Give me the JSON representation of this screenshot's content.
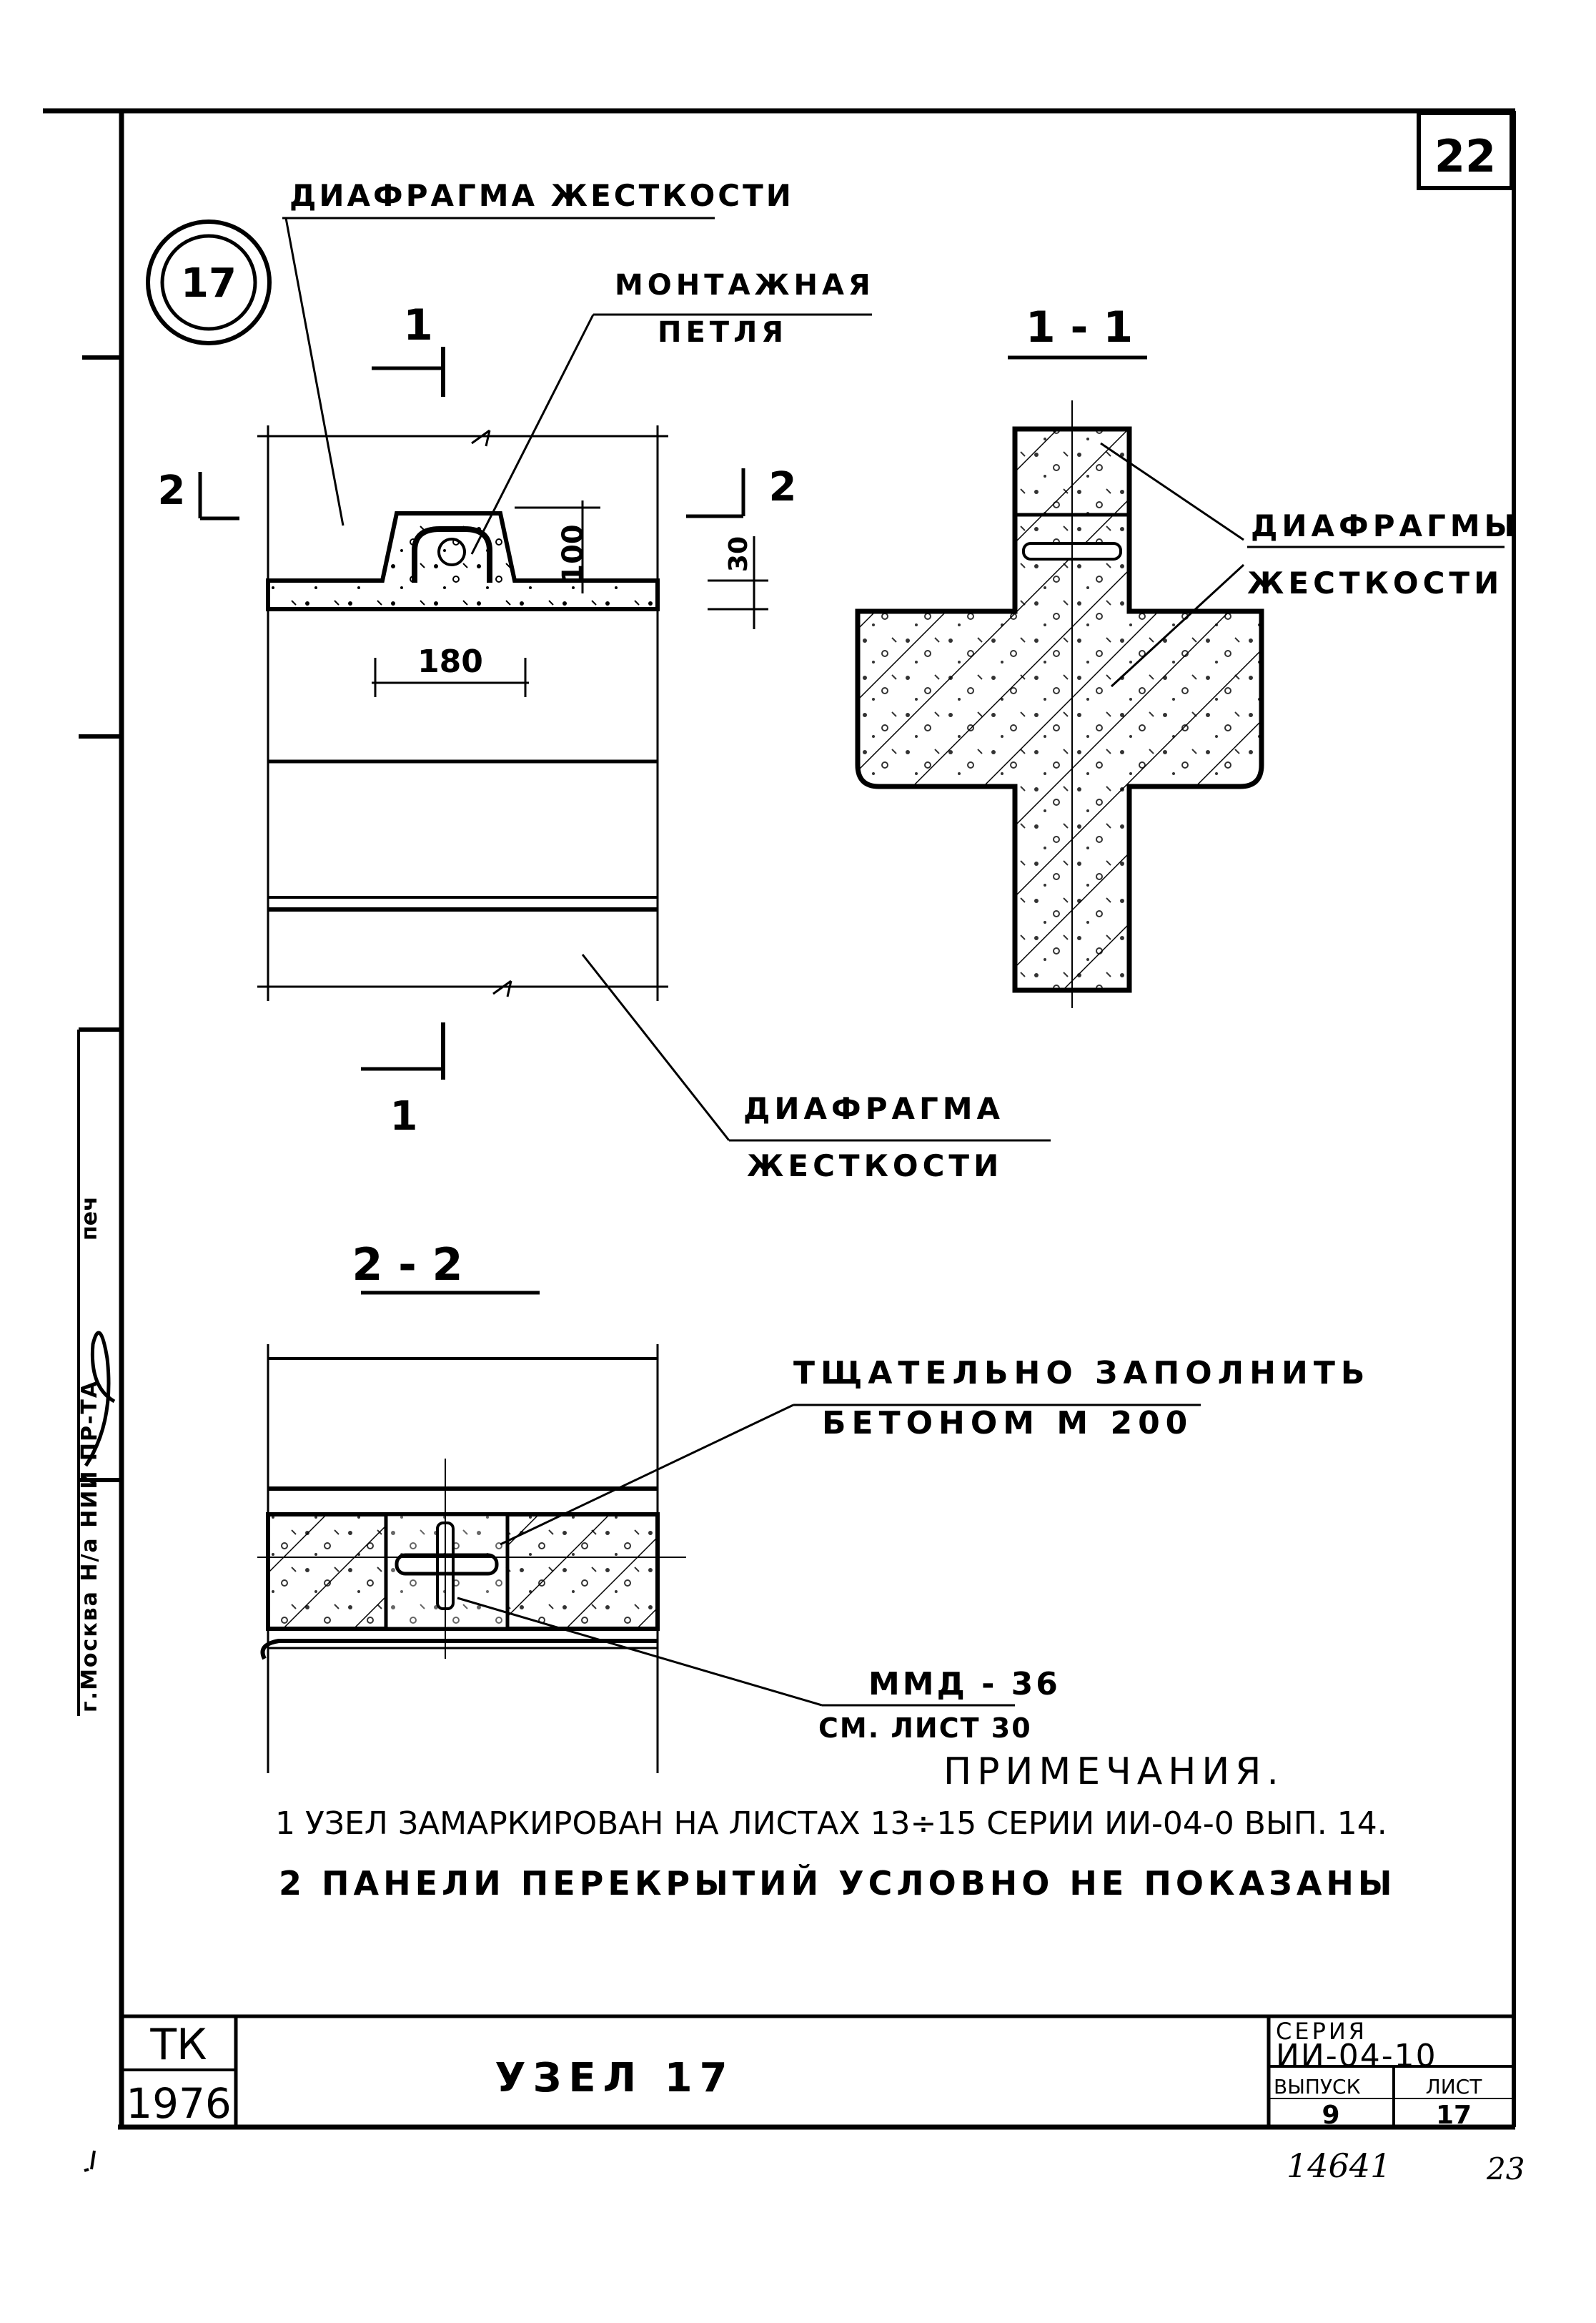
{
  "sheet": {
    "corner_number": "22",
    "node_number": "17",
    "title": "УЗЕЛ 17",
    "stamp_org": "ТК",
    "stamp_year": "1976",
    "series_label": "СЕРИЯ",
    "series_value": "ИИ-04-10",
    "issue_label": "ВЫПУСК",
    "issue_value": "9",
    "sheet_label": "ЛИСТ",
    "sheet_value": "17",
    "archive_number": "14641",
    "page_number": "23"
  },
  "plan_view": {
    "label_diaphragm_top": "ДИАФРАГМА ЖЕСТКОСТИ",
    "label_loop_1": "МОНТАЖНАЯ",
    "label_loop_2": "ПЕТЛЯ",
    "label_diaphragm_bottom_1": "ДИАФРАГМА",
    "label_diaphragm_bottom_2": "ЖЕСТКОСТИ",
    "cut1_top": "1",
    "cut1_bottom": "1",
    "cut2_left": "2",
    "cut2_right": "2",
    "dim_width": "180",
    "dim_height": "100",
    "dim_depth": "30"
  },
  "section_1_1": {
    "title": "1 - 1",
    "label_1": "ДИАФРАГМЫ",
    "label_2": "ЖЕСТКОСТИ"
  },
  "section_2_2": {
    "title": "2 - 2",
    "fill_note_1": "ТЩАТЕЛЬНО ЗАПОЛНИТЬ",
    "fill_note_2": "БЕТОНОМ М 200",
    "part_mark": "ММД - 36",
    "part_ref": "СМ. ЛИСТ 30"
  },
  "notes": {
    "heading": "ПРИМЕЧАНИЯ.",
    "item_1": "1 УЗЕЛ ЗАМАРКИРОВАН НА ЛИСТАХ 13÷15 СЕРИИ ИИ-04-0 ВЫП. 14.",
    "item_2": "2 ПАНЕЛИ ПЕРЕКРЫТИЙ УСЛОВНО НЕ ПОКАЗАНЫ"
  },
  "margin_stamp": {
    "text": "г.Москва  Н/а НИИ ПР-ТА",
    "text_2": "печ"
  },
  "colors": {
    "ink": "#000000",
    "paper": "#ffffff"
  }
}
